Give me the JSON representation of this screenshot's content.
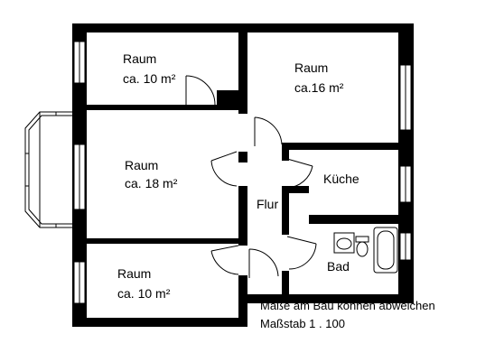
{
  "rooms": [
    {
      "id": "room-top-left",
      "name": "Raum",
      "area": "ca. 10 m²"
    },
    {
      "id": "room-top-right",
      "name": "Raum",
      "area": "ca.16 m²"
    },
    {
      "id": "room-middle-left",
      "name": "Raum",
      "area": "ca. 18 m²"
    },
    {
      "id": "room-bottom-left",
      "name": "Raum",
      "area": "ca. 10 m²"
    },
    {
      "id": "kitchen",
      "name": "Küche"
    },
    {
      "id": "hallway",
      "name": "Flur"
    },
    {
      "id": "bathroom",
      "name": "Bad"
    }
  ],
  "notes": {
    "disclaimer": "Maße am Bau können abweichen",
    "scale": "Maßstab 1 . 100"
  }
}
